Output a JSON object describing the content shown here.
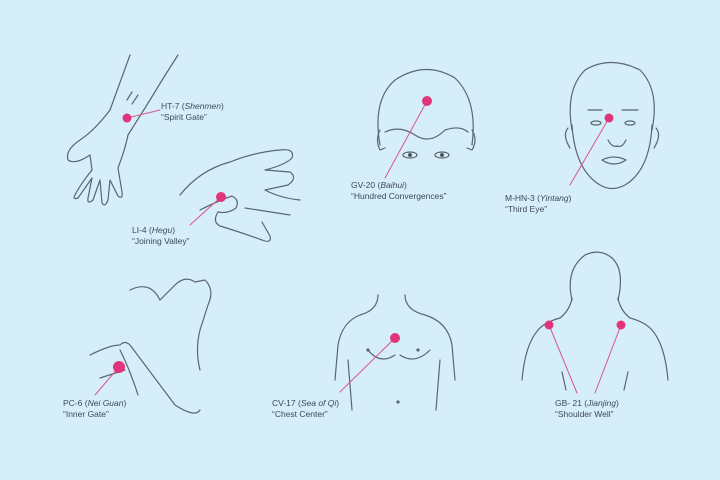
{
  "colors": {
    "background": "#d6eef9",
    "outline": "#5a6670",
    "point": "#e0357a",
    "pointer_line": "#d9558c",
    "text": "#3d4a55"
  },
  "points": [
    {
      "id": "ht7",
      "code": "HT-7",
      "pinyin": "Shenmen",
      "english": "“Spirit Gate”",
      "body_region": "wrist"
    },
    {
      "id": "li4",
      "code": "LI-4",
      "pinyin": "Hegu",
      "english": "“Joining Valley”",
      "body_region": "hand"
    },
    {
      "id": "gv20",
      "code": "GV-20",
      "pinyin": "Baihui",
      "english": "“Hundred Convergences”",
      "body_region": "head"
    },
    {
      "id": "mhn3",
      "code": "M-HN-3",
      "pinyin": "Yintang",
      "english": "“Third Eye”",
      "body_region": "face"
    },
    {
      "id": "pc6",
      "code": "PC-6",
      "pinyin": "Nei Guan",
      "english": "“Inner Gate”",
      "body_region": "forearm"
    },
    {
      "id": "cv17",
      "code": "CV-17",
      "pinyin": "Sea of Qi",
      "english": "“Chest Center”",
      "body_region": "chest"
    },
    {
      "id": "gb21",
      "code": "GB- 21",
      "pinyin": "Jianjing",
      "english": "“Shoulder Well”",
      "body_region": "shoulders"
    }
  ]
}
